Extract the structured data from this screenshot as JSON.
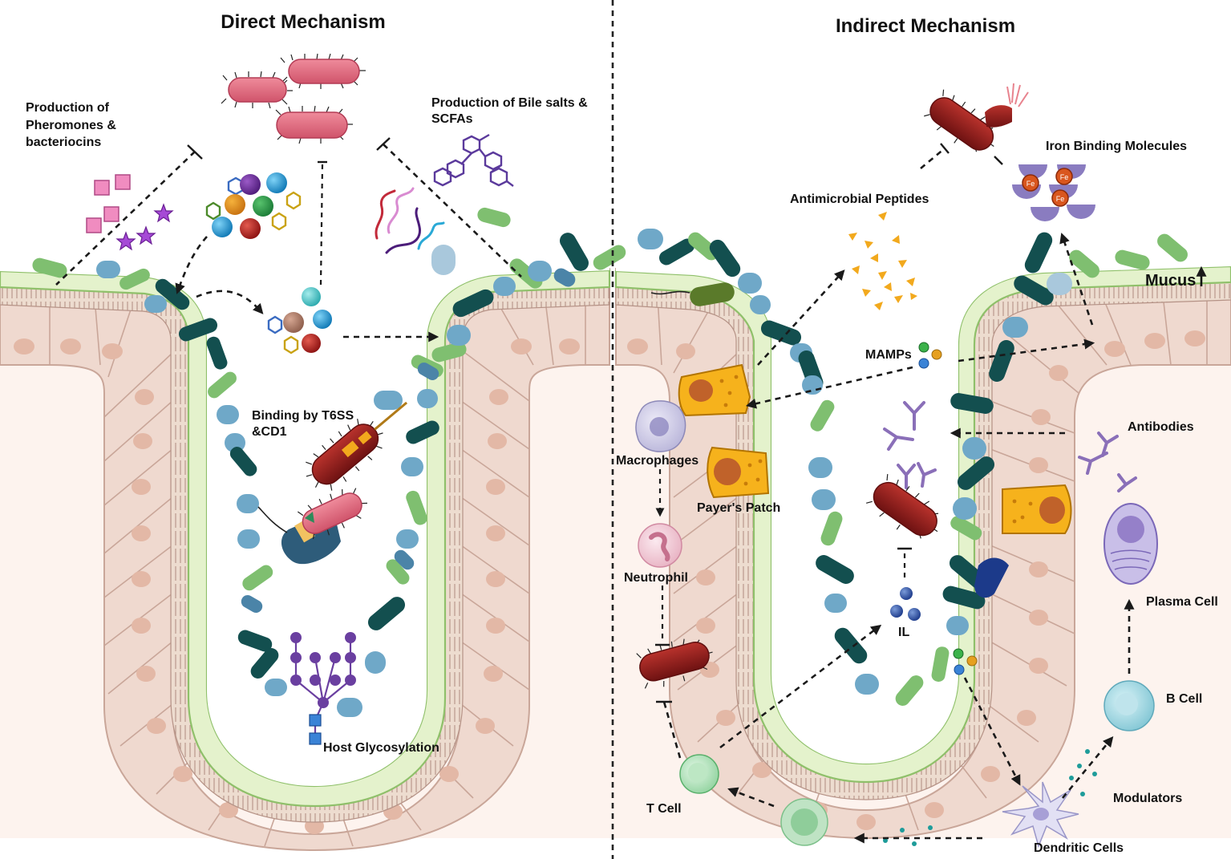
{
  "titles": {
    "direct": "Direct Mechanism",
    "indirect": "Indirect Mechanism"
  },
  "direct_labels": {
    "pheromones_1": "Production of",
    "pheromones_2": "Pheromones &",
    "pheromones_3": "bacteriocins",
    "bile_1": "Production of Bile salts &",
    "bile_2": "SCFAs",
    "t6ss_1": "Binding by T6SS",
    "t6ss_2": "&CD1",
    "glyco": "Host Glycosylation"
  },
  "indirect_labels": {
    "amp": "Antimicrobial Peptides",
    "iron": "Iron Binding Molecules",
    "mucus": "Mucus",
    "mamps": "MAMPs",
    "antibodies": "Antibodies",
    "macrophages": "Macrophages",
    "payers_patch": "Payer's Patch",
    "neutrophil": "Neutrophil",
    "plasma_cell": "Plasma Cell",
    "il": "IL",
    "b_cell": "B Cell",
    "t_cell": "T Cell",
    "modulators": "Modulators",
    "dendritic": "Dendritic Cells",
    "fe": "Fe"
  },
  "colors": {
    "epithelium": "#efd9cf",
    "epithelium_edge": "#c9a699",
    "nucleus": "#e3b8a6",
    "mucus_layer": "#e4f2cc",
    "mucus_edge": "#8fc06a",
    "lumen_tissue": "#fdf3ee",
    "bacterium_red": "#8b1a1a",
    "bacterium_pink": "#e06a80",
    "bacterium_teal": "#134f4f",
    "bacterium_green": "#7fbf70",
    "bacterium_blue": "#6fa8c8",
    "payers_patch": "#f6b21c",
    "antibody": "#8a6fb8"
  }
}
